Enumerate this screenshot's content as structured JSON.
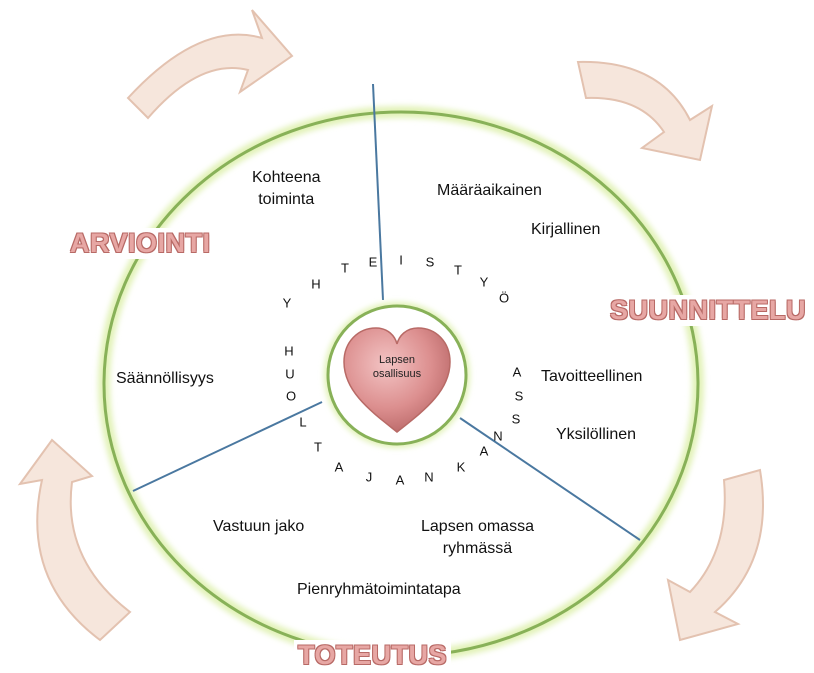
{
  "phases": {
    "arviointi": "ARVIOINTI",
    "suunnittelu": "SUUNNITTELU",
    "toteutus": "TOTEUTUS"
  },
  "segments": {
    "kohteena_line1": "Kohteena",
    "kohteena_line2": "toiminta",
    "maaraaikainen": "Määräaikainen",
    "kirjallinen": "Kirjallinen",
    "saannollisyys": "Säännöllisyys",
    "tavoitteellinen": "Tavoitteellinen",
    "yksilollinen": "Yksilöllinen",
    "vastuun_jako": "Vastuun jako",
    "lapsen_omassa_line1": "Lapsen omassa",
    "lapsen_omassa_line2": "ryhmässä",
    "pienryhma": "Pienryhmätoimintatapa"
  },
  "center": {
    "line1": "Lapsen",
    "line2": "osallisuus"
  },
  "ring_text": "YHTEISTYÖ HUOLTAJAN KANSSA",
  "colors": {
    "circle": "#88b158",
    "glow": "#e2f2b8",
    "spoke": "#4a78a0",
    "arrow_fill": "#f6e6dc",
    "arrow_stroke": "#e3c2b0",
    "heart": "#d98b8b"
  }
}
